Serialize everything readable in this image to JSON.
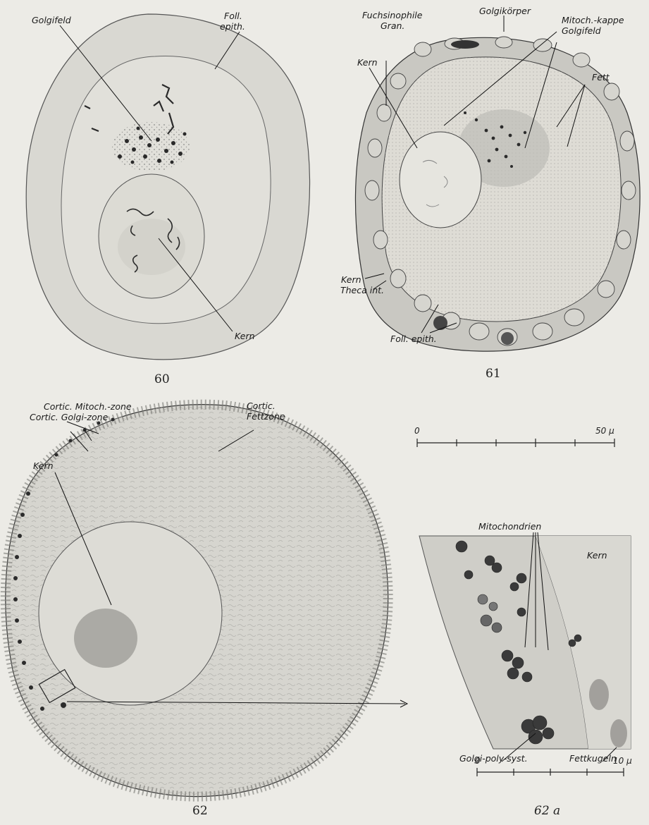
{
  "figures": {
    "fig60": {
      "number": "60",
      "labels": {
        "golgifeld": "Golgifeld",
        "foll": "Foll.",
        "epith": "epith.",
        "kern": "Kern"
      }
    },
    "fig61": {
      "number": "61",
      "labels": {
        "fuchsinophile": "Fuchsinophile",
        "gran": "Gran.",
        "golgikoerper": "Golgikörper",
        "mitochkappe": "Mitoch.-kappe",
        "golgifeld": "Golgifeld",
        "kern_top": "Kern",
        "fett": "Fett",
        "kern_low": "Kern",
        "theca": "Theca int.",
        "follepith": "Foll. epith."
      }
    },
    "fig62": {
      "number": "62",
      "labels": {
        "mitochzone": "Cortic. Mitoch.-zone",
        "golgizone": "Cortic. Golgi-zone",
        "cortic": "Cortic.",
        "fettzone": "Fettzone",
        "kern": "Kern"
      }
    },
    "fig62a": {
      "number": "62 a",
      "labels": {
        "mitochondrien": "Mitochondrien",
        "kern": "Kern",
        "golgipoly": "Golgi-poly-syst.",
        "fettkugeln": "Fettkugeln"
      }
    }
  },
  "scales": {
    "large": {
      "start": "0",
      "end": "50 μ"
    },
    "small": {
      "start": "0",
      "end": "10 μ"
    }
  }
}
